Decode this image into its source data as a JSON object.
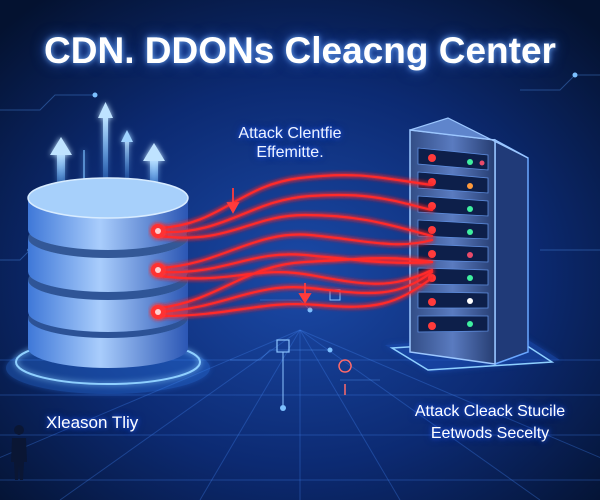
{
  "title": "CDN. DDONs Cleacng Center",
  "labels": {
    "attack_line1": "Attack Clentfie",
    "attack_line2": "Effemitte.",
    "left": "Xleason Tliy",
    "right_line1": "Attack Cleack Stucile",
    "right_line2": "Eetwods Secelty"
  },
  "colors": {
    "background": "#05122e",
    "glow_blue": "#2e8bff",
    "attack_red": "#ff2a2a",
    "title_text": "#ffffff"
  },
  "icons": {
    "source": "database-cylinder-icon",
    "target": "server-rack-icon",
    "person": "person-silhouette-icon"
  }
}
